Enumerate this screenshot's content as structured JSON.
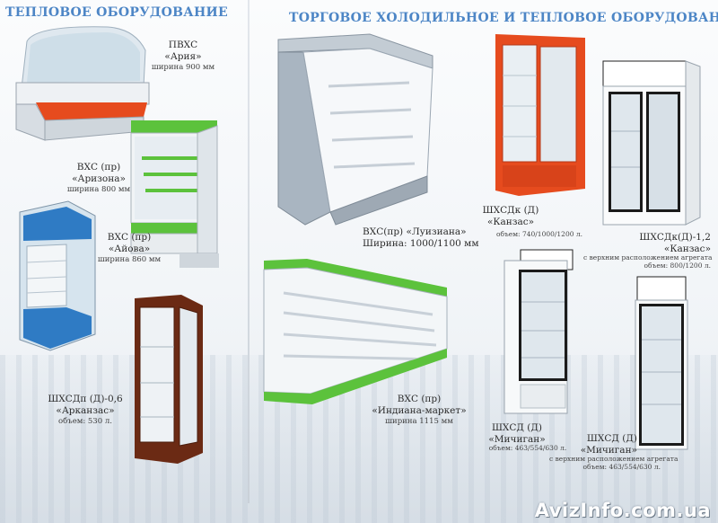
{
  "headings": {
    "left": "ТЕПЛОВОЕ ОБОРУДОВАНИЕ",
    "right": "ТОРГОВОЕ ХОЛОДИЛЬНОЕ И ТЕПЛОВОЕ ОБОРУДОВАНИЕ"
  },
  "products": {
    "aria": {
      "model": "ПВХС",
      "name": "«Ария»",
      "spec": "ширина 900 мм"
    },
    "arizona": {
      "model": "ВХС (пр)",
      "name": "«Аризона»",
      "spec": "ширина 800 мм"
    },
    "ayova": {
      "model": "ВХС (пр)",
      "name": "«Айова»",
      "spec": "ширина 860 мм"
    },
    "arkanzas": {
      "model": "ШХСДп (Д)-0,6",
      "name": "«Арканзас»",
      "spec": "объем: 530 л."
    },
    "luiziana": {
      "model": "ВХС(пр) «Луизиана»",
      "spec": "Ширина: 1000/1100 мм"
    },
    "indiana": {
      "model": "ВХС (пр)",
      "name": "«Индиана-маркет»",
      "spec": "ширина 1115 мм"
    },
    "kanzas1": {
      "model": "ШХСДк (Д)",
      "name": "«Канзас»",
      "spec": "объем: 740/1000/1200 л."
    },
    "kanzas2": {
      "model": "ШХСДк(Д)-1,2",
      "name": "«Канзас»",
      "note": "с верхним расположением агрегата",
      "spec": "объем: 800/1200 л."
    },
    "michigan1": {
      "model": "ШХСД (Д)",
      "name": "«Мичиган»",
      "spec": "объем: 463/554/630 л."
    },
    "michigan2": {
      "model": "ШХСД (Д)",
      "name": "«Мичиган»",
      "note": "с верхним расположением агрегата",
      "spec": "объем: 463/554/630 л."
    }
  },
  "watermark": "AvizInfo.com.ua",
  "colors": {
    "heading": "#4d86c6",
    "accent_red": "#e64b1e",
    "accent_green": "#5cc23c",
    "wood": "#6b2a14"
  }
}
